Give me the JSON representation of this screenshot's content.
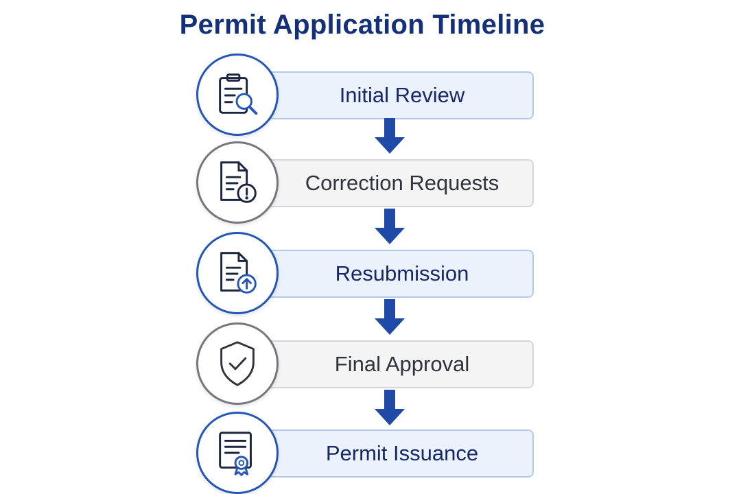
{
  "title": "Permit Application Timeline",
  "colors": {
    "primary": "#2456b8",
    "navy": "#16276a",
    "secondary": "#74777e",
    "icon_dark": "#1c2540"
  },
  "steps": [
    {
      "label": "Initial Review",
      "icon": "clipboard-search-icon",
      "style": "primary"
    },
    {
      "label": "Correction Requests",
      "icon": "document-alert-icon",
      "style": "secondary"
    },
    {
      "label": "Resubmission",
      "icon": "document-upload-icon",
      "style": "primary"
    },
    {
      "label": "Final Approval",
      "icon": "shield-check-icon",
      "style": "secondary"
    },
    {
      "label": "Permit Issuance",
      "icon": "certificate-icon",
      "style": "primary"
    }
  ],
  "connectors": [
    {
      "from": "Initial Review",
      "to": "Correction Requests",
      "icon": "arrow-down-icon"
    },
    {
      "from": "Correction Requests",
      "to": "Resubmission",
      "icon": "arrow-down-icon"
    },
    {
      "from": "Resubmission",
      "to": "Final Approval",
      "icon": "arrow-down-icon"
    },
    {
      "from": "Final Approval",
      "to": "Permit Issuance",
      "icon": "arrow-down-icon"
    }
  ]
}
